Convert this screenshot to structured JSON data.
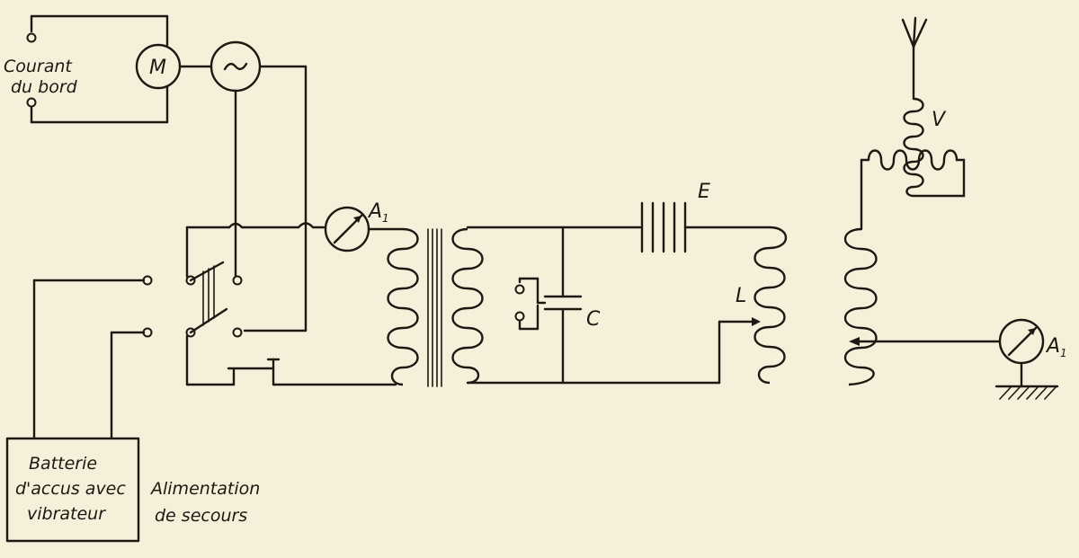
{
  "labels": {
    "courant_line1": "Courant",
    "courant_line2": "du bord",
    "motor": "M",
    "alternator_symbol": "~",
    "ammeter1_letter": "A",
    "ammeter1_index": "1",
    "capacitor_E": "E",
    "capacitor_C": "C",
    "inductor_L": "L",
    "variometer_V": "V",
    "ammeter2_letter": "A",
    "ammeter2_index": "1",
    "battery_line1": "Batterie",
    "battery_line2": "d'accus avec",
    "battery_line3": "vibrateur",
    "backup_line1": "Alimentation",
    "backup_line2": "de secours"
  }
}
